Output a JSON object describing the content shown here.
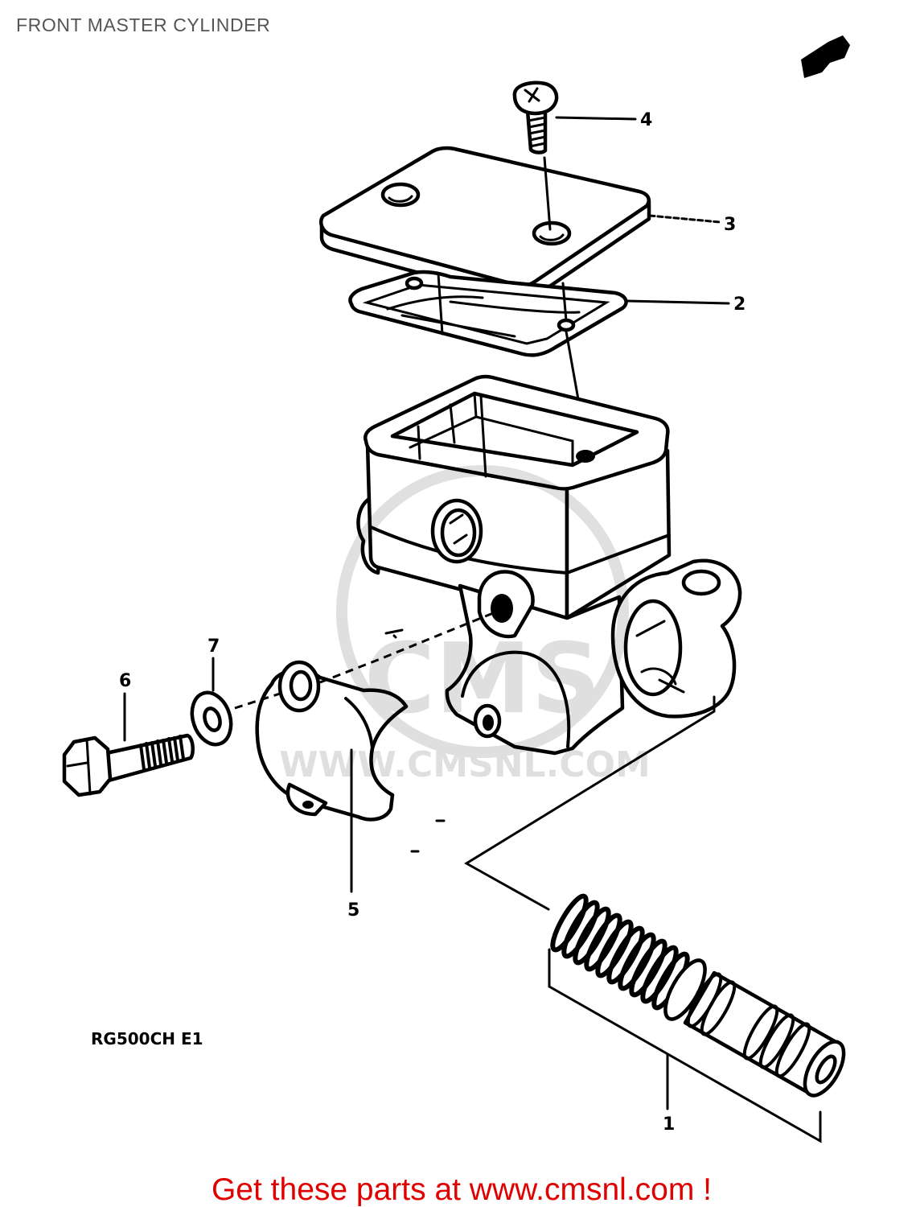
{
  "title": "FRONT MASTER CYLINDER",
  "model_code": "RG500CH E1",
  "callouts": [
    "1",
    "2",
    "3",
    "4",
    "5",
    "6",
    "7"
  ],
  "watermark": {
    "logo": "CMS",
    "url": "WWW.CMSNL.COM"
  },
  "footer": "Get these parts at www.cmsnl.com !",
  "marker_icon": "direction-arrow-icon",
  "colors": {
    "footer_text": "#e00000",
    "title_text": "#555555",
    "line_art": "#000000"
  }
}
